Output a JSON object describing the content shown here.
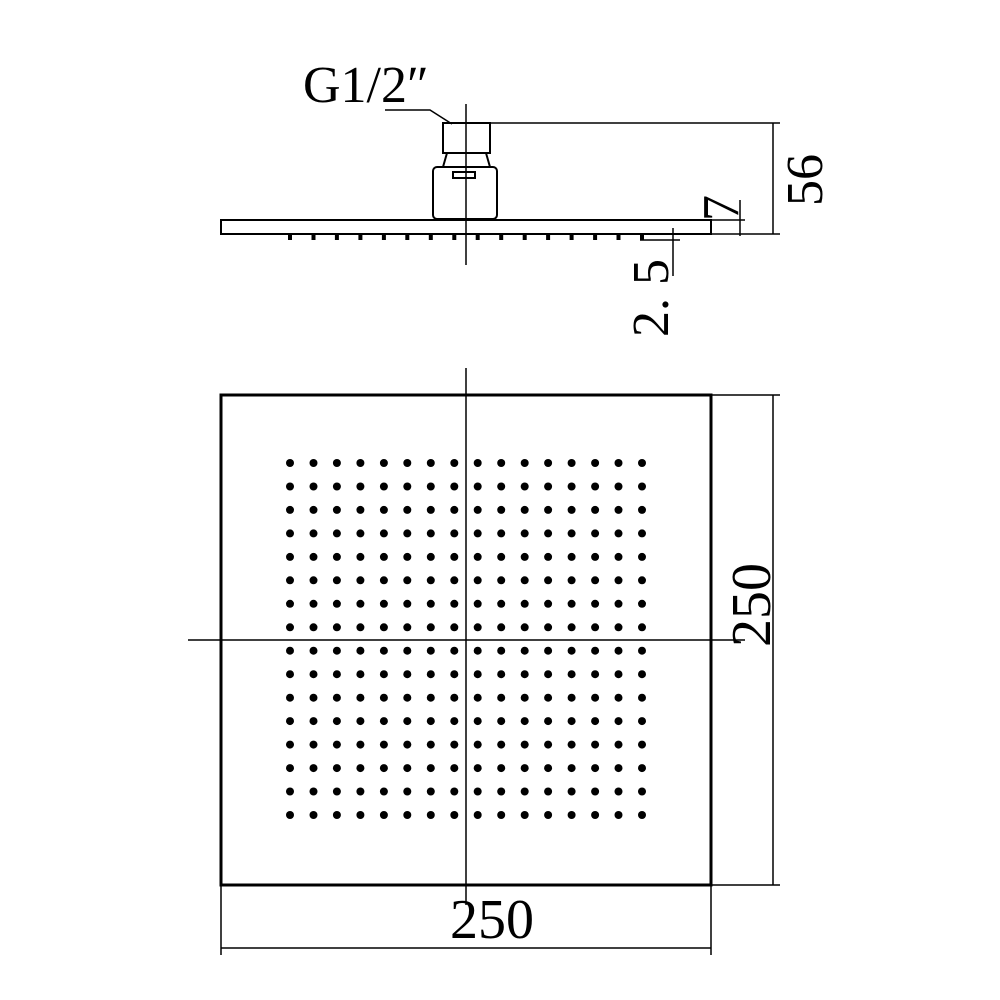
{
  "labels": {
    "thread": "G1/2″",
    "height_total": "56",
    "plate_thickness": "7",
    "nozzle_height": "2. 5",
    "width": "250",
    "depth": "250"
  },
  "nozzle_grid": {
    "rows": 16,
    "cols": 16
  },
  "colors": {
    "ink": "#000000",
    "background": "#ffffff"
  }
}
